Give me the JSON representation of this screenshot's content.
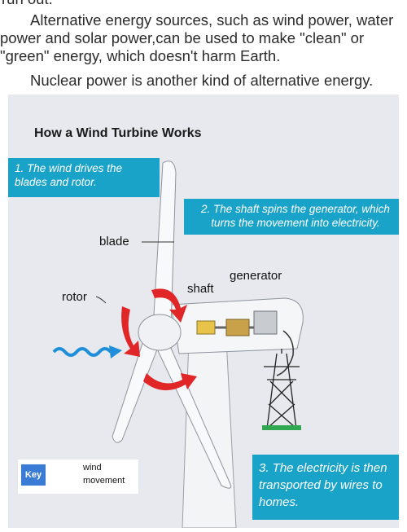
{
  "intro": {
    "cut_line": "run out.",
    "paragraph_1": "Alternative energy sources, such as wind power, water power and solar power,can be used to make \"clean\" or \"green\" energy, which doesn't harm Earth.",
    "paragraph_2": "Nuclear power is another kind of alternative energy."
  },
  "figure": {
    "title": "How a Wind Turbine Works",
    "callout_1": "1. The wind drives the blades and rotor.",
    "callout_2": "2. The shaft spins the generator, which turns the movement into electricity.",
    "callout_3": "3. The electricity is then transported by wires to homes.",
    "labels": {
      "blade": "blade",
      "rotor": "rotor",
      "shaft": "shaft",
      "generator": "generator"
    },
    "key": {
      "tag": "Key",
      "wind": "wind",
      "movement": "movement"
    },
    "colors": {
      "callout": "#1aa3c8",
      "wind_arrow": "#1e8fd8",
      "movement_arrow": "#e02626",
      "background": "#e7e9ee"
    }
  }
}
